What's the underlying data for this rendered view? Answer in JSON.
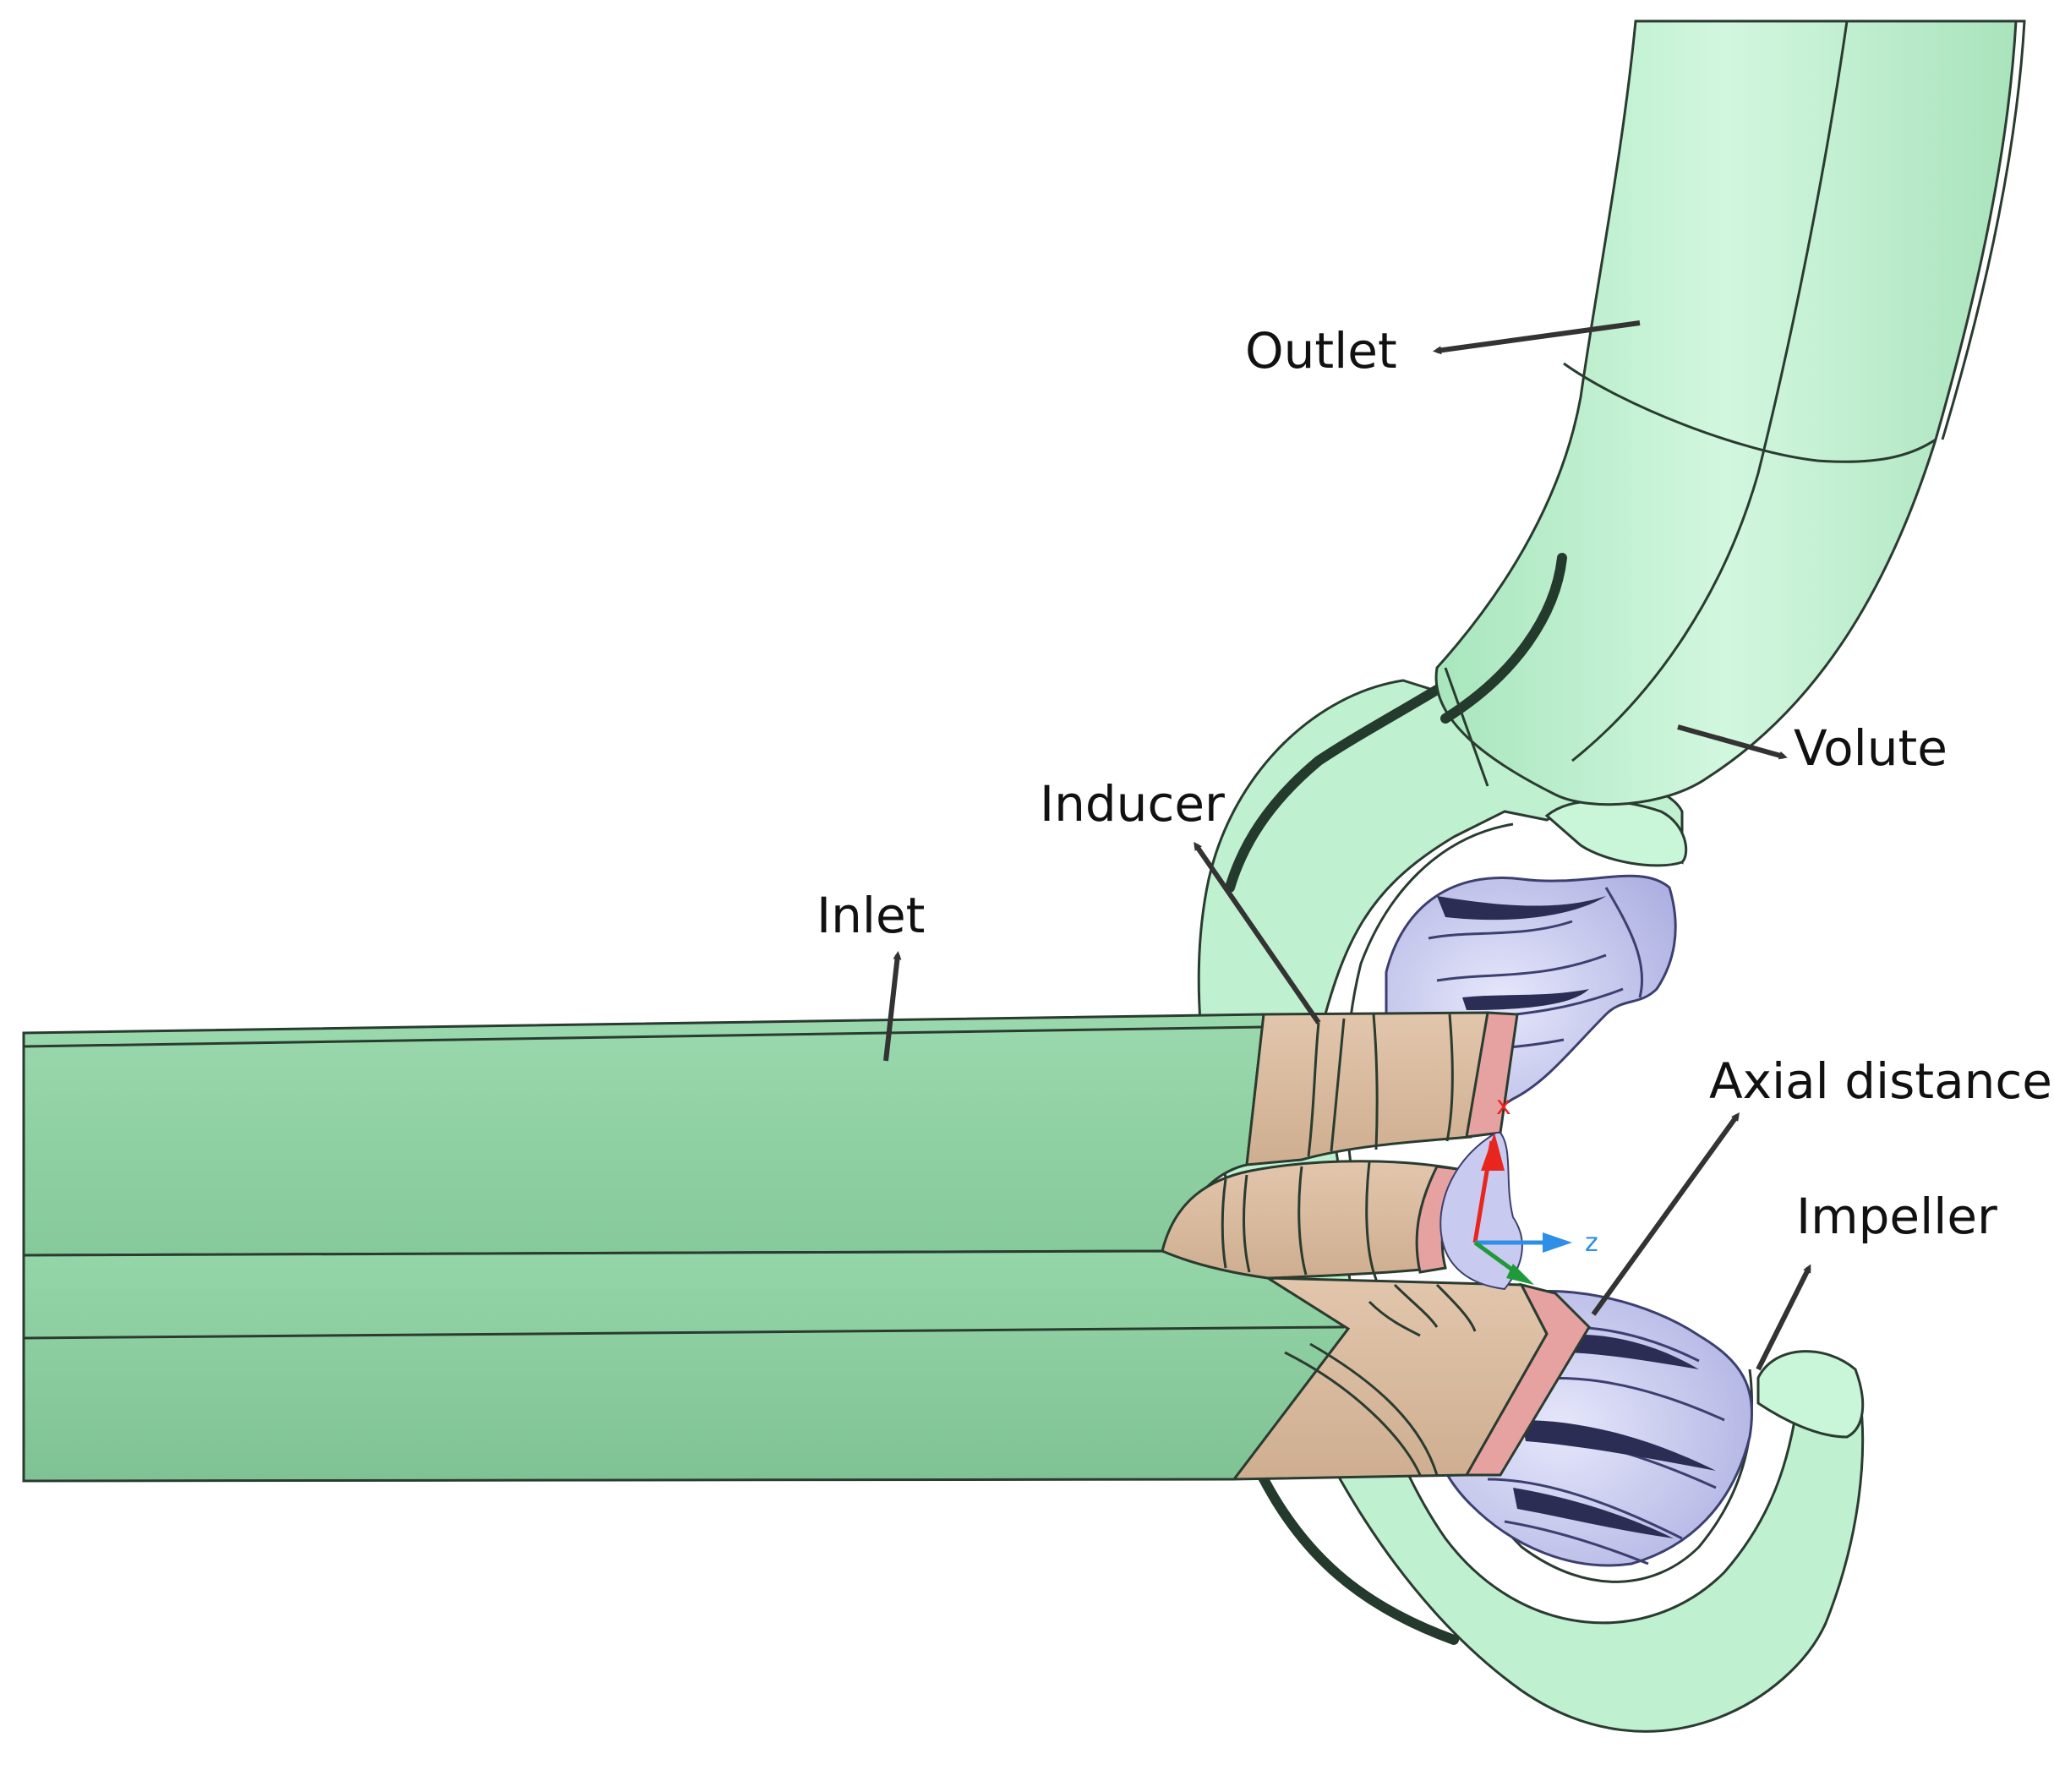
{
  "labels": {
    "outlet": "Outlet",
    "volute": "Volute",
    "inducer": "Inducer",
    "inlet": "Inlet",
    "axial_distance": "Axial distance",
    "impeller": "Impeller"
  },
  "axes": {
    "x": "x",
    "z": "z"
  },
  "colors": {
    "pipe_green": "#8fd0a2",
    "volute_green": "#bff0d0",
    "inducer_tan": "#d9b99c",
    "ring_pink": "#e6a2a0",
    "impeller_lavender": "#c4c6ee",
    "outline": "#2a3b30",
    "arrow": "#333333",
    "axis_x": "#e8251f",
    "axis_z": "#2e8fe8",
    "axis_y": "#1f9a3a"
  }
}
